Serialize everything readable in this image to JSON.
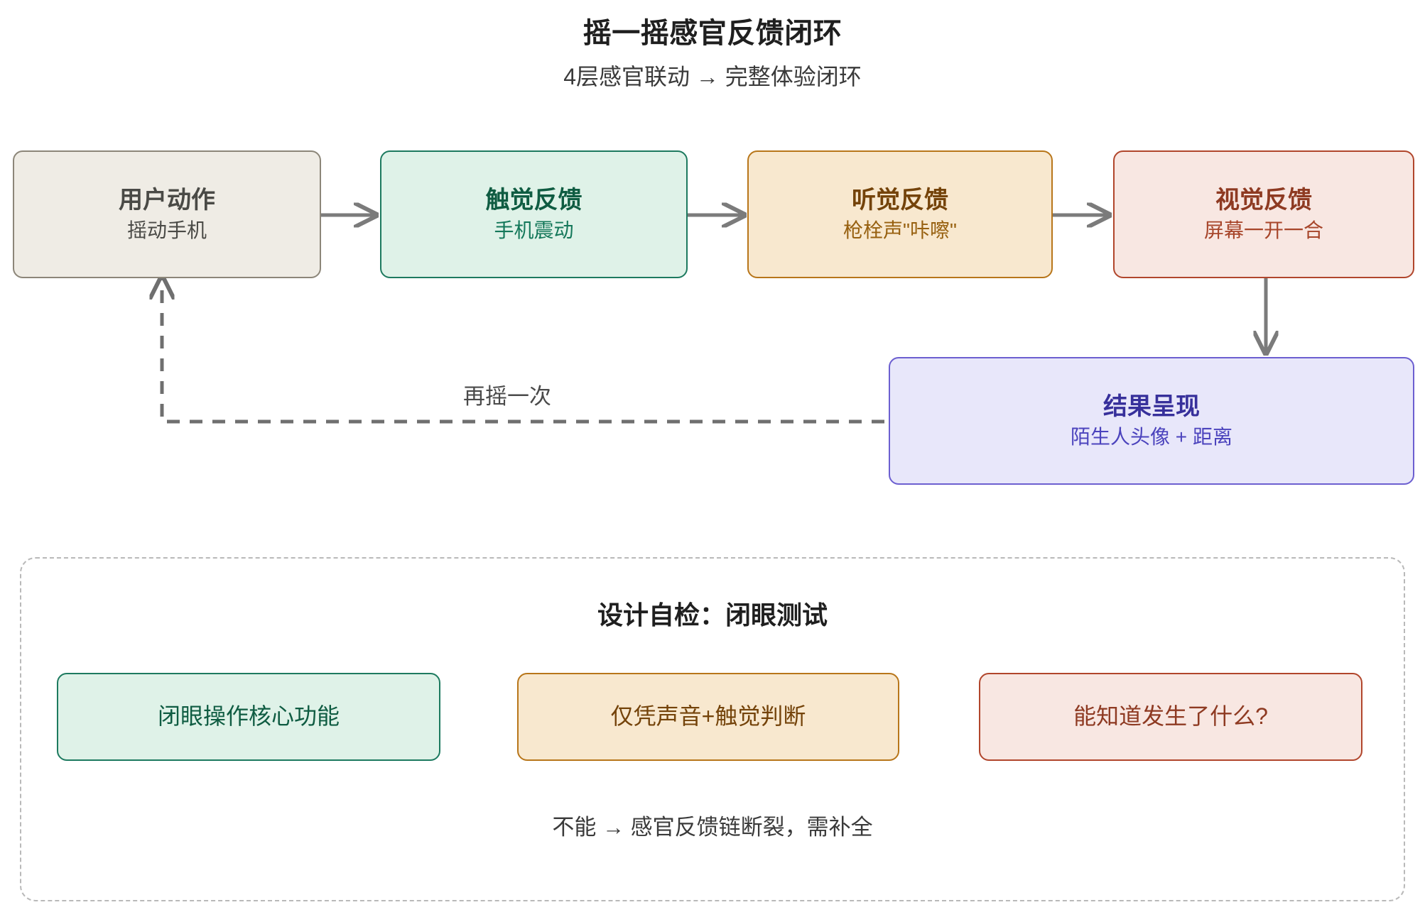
{
  "header": {
    "title": "摇一摇感官反馈闭环",
    "subtitle": "4层感官联动 → 完整体验闭环"
  },
  "flow": {
    "nodes": [
      {
        "id": "user-action",
        "title": "用户动作",
        "sub": "摇动手机",
        "theme": "gray"
      },
      {
        "id": "haptic",
        "title": "触觉反馈",
        "sub": "手机震动",
        "theme": "green"
      },
      {
        "id": "audio",
        "title": "听觉反馈",
        "sub": "枪栓声\"咔嚓\"",
        "theme": "orange"
      },
      {
        "id": "visual",
        "title": "视觉反馈",
        "sub": "屏幕一开一合",
        "theme": "red"
      },
      {
        "id": "result",
        "title": "结果呈现",
        "sub": "陌生人头像 + 距离",
        "theme": "purple"
      }
    ],
    "loop_label": "再摇一次"
  },
  "selfcheck": {
    "title": "设计自检：闭眼测试",
    "steps": [
      {
        "id": "eyes-closed-core",
        "label": "闭眼操作核心功能",
        "theme": "green"
      },
      {
        "id": "sound-touch-only",
        "label": "仅凭声音+触觉判断",
        "theme": "orange"
      },
      {
        "id": "know-what-happened",
        "label": "能知道发生了什么?",
        "theme": "red"
      }
    ],
    "note": "不能 → 感官反馈链断裂，需补全"
  },
  "colors": {
    "gray_fill": "#efece5",
    "gray_stroke": "#8c8679",
    "green_fill": "#dff2e8",
    "green_stroke": "#1d7a5f",
    "orange_fill": "#f8e8cf",
    "orange_stroke": "#b8761a",
    "red_fill": "#f8e7e2",
    "red_stroke": "#b1462c",
    "purple_fill": "#e8e7fa",
    "purple_stroke": "#6c5fd0",
    "arrow": "#7b7b7b",
    "dashed": "#6f6f6f"
  }
}
